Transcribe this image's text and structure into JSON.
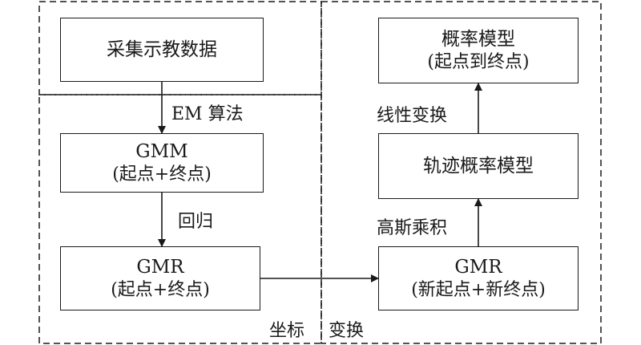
{
  "boxes": {
    "collect": {
      "line1": "采集示教数据",
      "line2": ""
    },
    "gmm": {
      "line1": "GMM",
      "line2": "(起点+终点)"
    },
    "gmr_left": {
      "line1": "GMR",
      "line2": "(起点+终点)"
    },
    "gmr_right": {
      "line1": "GMR",
      "line2": "(新起点+新终点)"
    },
    "traj": {
      "line1": "轨迹概率模型",
      "line2": ""
    },
    "prob": {
      "line1": "概率模型",
      "line2": "(起点到终点)"
    }
  },
  "labels": {
    "em": "EM 算法",
    "regress": "回归",
    "coord": "坐标",
    "transform": "变换",
    "gauss": "高斯乘积",
    "linear": "线性变换"
  }
}
